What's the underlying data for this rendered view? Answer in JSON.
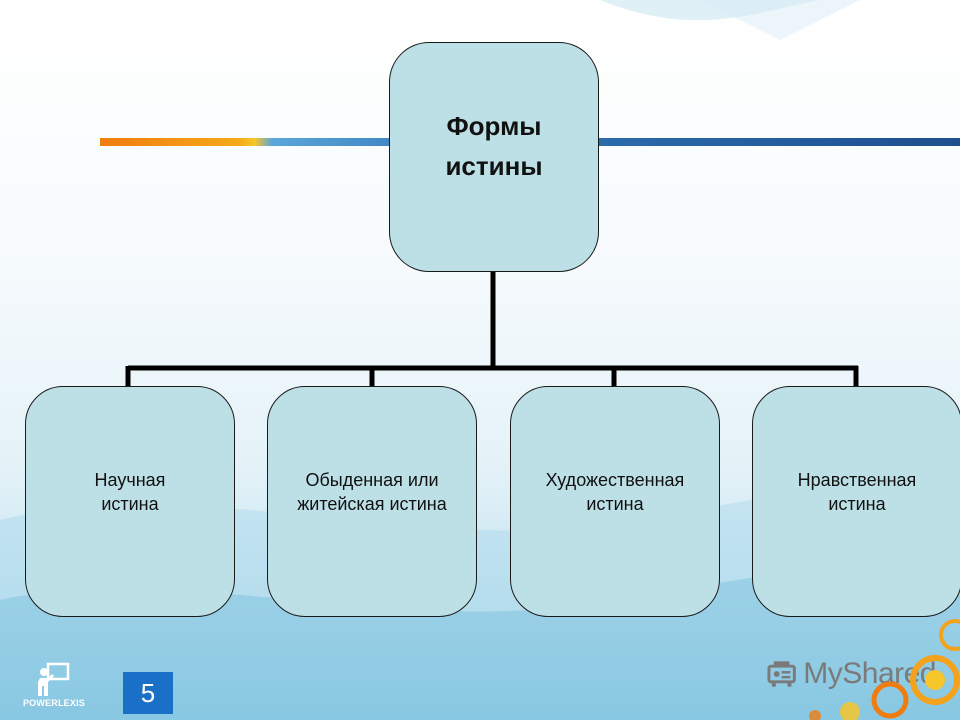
{
  "diagram": {
    "root": "Формы\nистины",
    "children": [
      "Научная\nистина",
      "Обыденная или\nжитейская истина",
      "Художественная\nистина",
      "Нравственная\nистина"
    ]
  },
  "footer": {
    "page_number": "5",
    "left_logo": "POWERLEXIS",
    "right_logo": "MyShared"
  },
  "colors": {
    "node_fill": "#bde0e6",
    "page_number_bg": "#1a6fc6",
    "accent_orange": "#f07c10",
    "accent_blue": "#1f4f8f"
  }
}
